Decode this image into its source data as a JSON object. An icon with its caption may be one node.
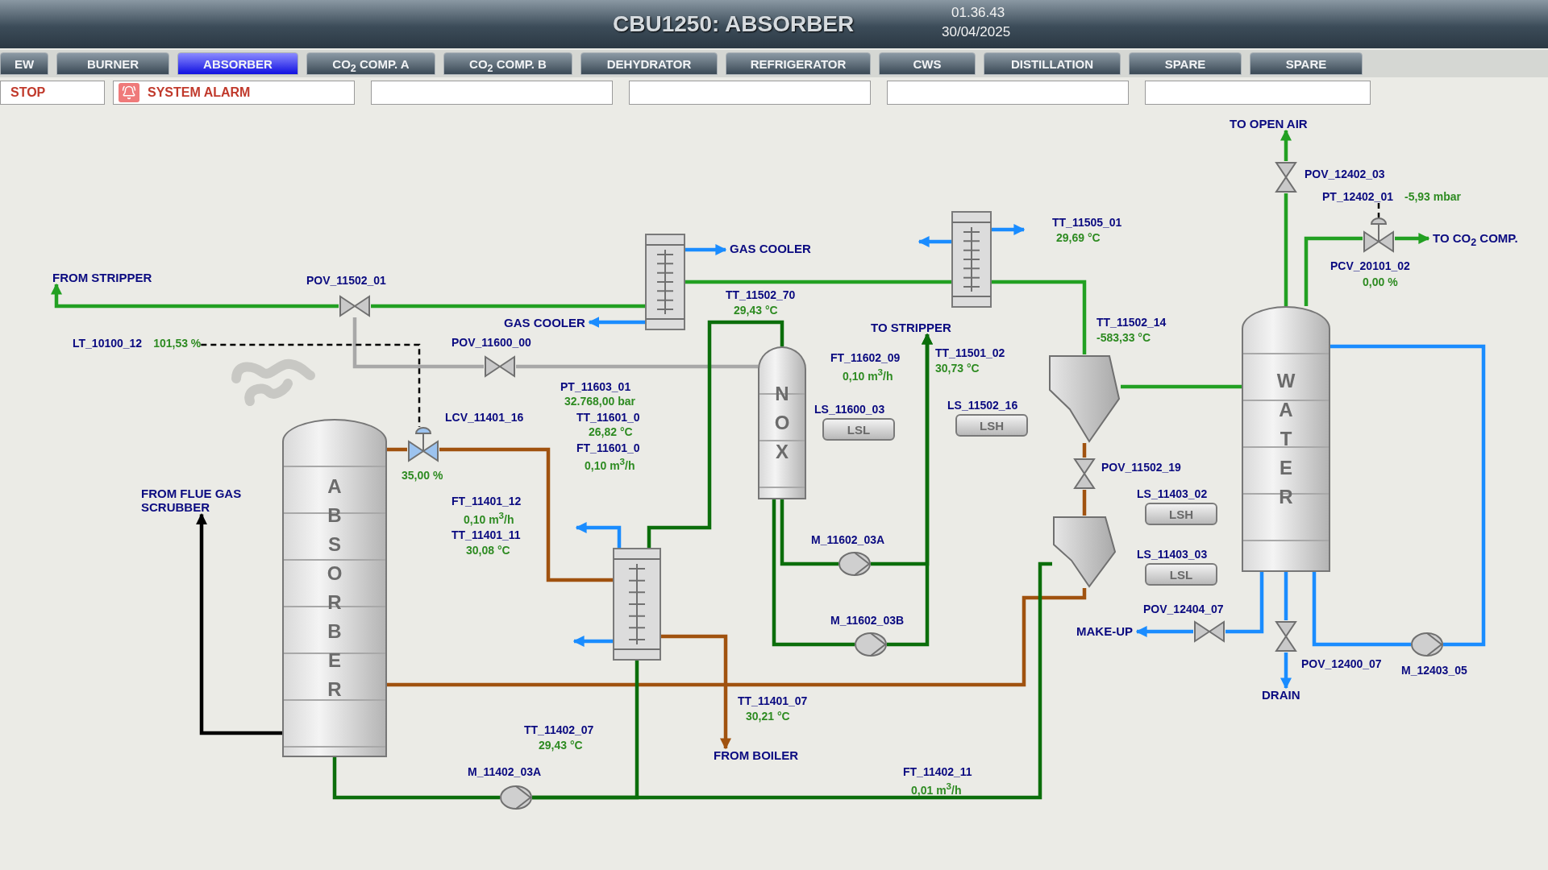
{
  "diagram": {
    "title": "CBU1250: ABSORBER",
    "nodes": [
      {
        "text": [
          "ABSORBER"
        ]
      },
      {
        "text": [
          "NOX"
        ]
      },
      {
        "text": [
          "WATER"
        ]
      },
      {
        "text": [
          "FROM STRIPPER"
        ]
      },
      {
        "text": [],
        "shape": "valve",
        "beside": [
          "POV_11502_01"
        ]
      },
      {
        "text": [],
        "shape": "box"
      },
      {
        "text": [
          "GAS COOLER"
        ]
      },
      {
        "text": [
          "GAS COOLER"
        ]
      },
      {
        "text": [],
        "shape": "box"
      },
      {
        "text": [],
        "shape": "valve",
        "beside": [
          "POV_11600_00"
        ]
      },
      {
        "text": [],
        "shape": "valve",
        "beside": [
          "LCV_11401_16",
          "35,00 %"
        ]
      },
      {
        "text": [
          "LT_10100_12",
          "101,53 %"
        ]
      },
      {
        "text": [
          "FROM FLUE GAS SCRUBBER"
        ]
      },
      {
        "text": [],
        "shape": "box"
      },
      {
        "text": [],
        "shape": "funnel"
      },
      {
        "text": [],
        "shape": "funnel"
      },
      {
        "text": [],
        "shape": "valve",
        "beside": [
          "POV_11502_19"
        ]
      },
      {
        "text": [],
        "shape": "circle",
        "beside": [
          "M_11602_03A"
        ]
      },
      {
        "text": [],
        "shape": "circle",
        "beside": [
          "M_11602_03B"
        ]
      },
      {
        "text": [],
        "shape": "circle",
        "beside": [
          "M_11402_03A"
        ]
      },
      {
        "text": [],
        "shape": "circle",
        "beside": [
          "M_12403_05"
        ]
      },
      {
        "text": [
          "TO STRIPPER"
        ]
      },
      {
        "text": [
          "FROM BOILER"
        ]
      },
      {
        "text": [
          "TO OPEN AIR"
        ]
      },
      {
        "text": [],
        "shape": "valve",
        "beside": [
          "POV_12402_03"
        ]
      },
      {
        "text": [],
        "shape": "valve",
        "beside": [
          "PCV_20101_02",
          "0,00 %"
        ]
      },
      {
        "text": [
          "TO CO$_{2}$ COMP."
        ]
      },
      {
        "text": [
          "PT_12402_01",
          "-5,93 mbar"
        ]
      },
      {
        "text": [],
        "shape": "valve",
        "beside": [
          "POV_12404_07"
        ]
      },
      {
        "text": [
          "MAKE-UP"
        ]
      },
      {
        "text": [],
        "shape": "valve",
        "beside": [
          "POV_12400_07"
        ]
      },
      {
        "text": [
          "DRAIN"
        ]
      },
      {
        "text": [
          "LS_11600_03",
          "LSL"
        ]
      },
      {
        "text": [
          "LS_11502_16",
          "LSH"
        ]
      },
      {
        "text": [
          "LS_11403_02",
          "LSH"
        ]
      },
      {
        "text": [
          "LS_11403_03",
          "LSL"
        ]
      }
    ],
    "edges": [
      {
        "from": 4,
        "to": 3,
        "arrow": "to",
        "color": "#22a022"
      },
      {
        "from": 4,
        "to": 5,
        "arrow": "none",
        "color": "#22a022"
      },
      {
        "from": 5,
        "to": 8,
        "arrow": "none",
        "color": "#22a022"
      },
      {
        "from": 8,
        "to": 14,
        "arrow": "none",
        "color": "#22a022"
      },
      {
        "from": 14,
        "to": 2,
        "arrow": "none",
        "color": "#22a022"
      },
      {
        "from": 2,
        "to": 24,
        "arrow": "none",
        "color": "#22a022"
      },
      {
        "from": 24,
        "to": 23,
        "arrow": "to",
        "color": "#22a022"
      },
      {
        "from": 2,
        "to": 25,
        "arrow": "none",
        "color": "#22a022"
      },
      {
        "from": 25,
        "to": 26,
        "arrow": "to",
        "color": "#22a022"
      },
      {
        "from": 27,
        "to": 25,
        "arrow": "none",
        "style": "dashed",
        "color": "#000000"
      },
      {
        "from": 4,
        "to": 9,
        "arrow": "none",
        "color": "#a8a8a8"
      },
      {
        "from": 9,
        "to": 1,
        "arrow": "none",
        "color": "#a8a8a8"
      },
      {
        "from": 0,
        "to": 12,
        "arrow": "to",
        "color": "#000000"
      },
      {
        "from": 0,
        "to": 10,
        "arrow": "none",
        "color": "#a0520f"
      },
      {
        "from": 10,
        "to": 13,
        "arrow": "none",
        "color": "#a0520f"
      },
      {
        "from": 13,
        "to": 22,
        "arrow": "to",
        "color": "#a0520f"
      },
      {
        "from": 15,
        "to": 0,
        "arrow": "none",
        "color": "#a0520f"
      },
      {
        "from": 14,
        "to": 16,
        "arrow": "none",
        "color": "#a0520f"
      },
      {
        "from": 16,
        "to": 15,
        "arrow": "none",
        "color": "#a0520f"
      },
      {
        "from": 0,
        "to": 19,
        "arrow": "none",
        "color": "#0b6e0b"
      },
      {
        "from": 19,
        "to": 15,
        "arrow": "none",
        "color": "#0b6e0b"
      },
      {
        "from": 19,
        "to": 13,
        "arrow": "none",
        "color": "#0b6e0b"
      },
      {
        "from": 13,
        "to": 1,
        "arrow": "none",
        "color": "#0b6e0b"
      },
      {
        "from": 1,
        "to": 17,
        "arrow": "none",
        "color": "#0b6e0b"
      },
      {
        "from": 1,
        "to": 18,
        "arrow": "none",
        "color": "#0b6e0b"
      },
      {
        "from": 17,
        "to": 21,
        "arrow": "to",
        "color": "#0b6e0b"
      },
      {
        "from": 18,
        "to": 21,
        "arrow": "to",
        "color": "#0b6e0b"
      },
      {
        "from": 13,
        "to": null,
        "arrow": "to"
      },
      {
        "from": 13,
        "to": null,
        "arrow": "to"
      },
      {
        "from": 5,
        "to": 6,
        "arrow": "to"
      },
      {
        "from": 5,
        "to": 7,
        "arrow": "to"
      },
      {
        "from": 8,
        "to": null,
        "arrow": "to"
      },
      {
        "from": 8,
        "to": null,
        "arrow": "to"
      },
      {
        "from": 2,
        "to": 20,
        "arrow": "none"
      },
      {
        "from": 20,
        "to": 2,
        "arrow": "none"
      },
      {
        "from": 2,
        "to": 28,
        "arrow": "none"
      },
      {
        "from": 28,
        "to": 29,
        "arrow": "to"
      },
      {
        "from": 2,
        "to": 30,
        "arrow": "none"
      },
      {
        "from": 30,
        "to": 31,
        "arrow": "to"
      },
      {
        "from": 11,
        "to": 10,
        "arrow": "none",
        "style": "dashed",
        "color": "#000000"
      }
    ],
    "labels": [
      "01.36.43",
      "30/04/2025",
      "EW",
      "BURNER",
      "ABSORBER",
      "CO$_{2}$ COMP. A",
      "CO$_{2}$ COMP. B",
      "DEHYDRATOR",
      "REFRIGERATOR",
      "CWS",
      "DISTILLATION",
      "SPARE",
      "SPARE",
      "STOP",
      "SYSTEM ALARM",
      "TT_11502_70",
      "29,43 °C",
      "TT_11505_01",
      "29,69 °C",
      "TT_11502_14",
      "-583,33 °C",
      "FT_11602_09",
      "0,10 m$^{3}$/h",
      "TT_11501_02",
      "30,73 °C",
      "PT_11603_01",
      "32.768,00 bar",
      "TT_11601_0",
      "26,82 °C",
      "FT_11601_0",
      "0,10 m$^{3}$/h",
      "FT_11401_12",
      "0,10 m$^{3}$/h",
      "TT_11401_11",
      "30,08 °C",
      "TT_11401_07",
      "30,21 °C",
      "TT_11402_07",
      "29,43 °C",
      "FT_11402_11",
      "0,01 m$^{3}$/h"
    ]
  }
}
